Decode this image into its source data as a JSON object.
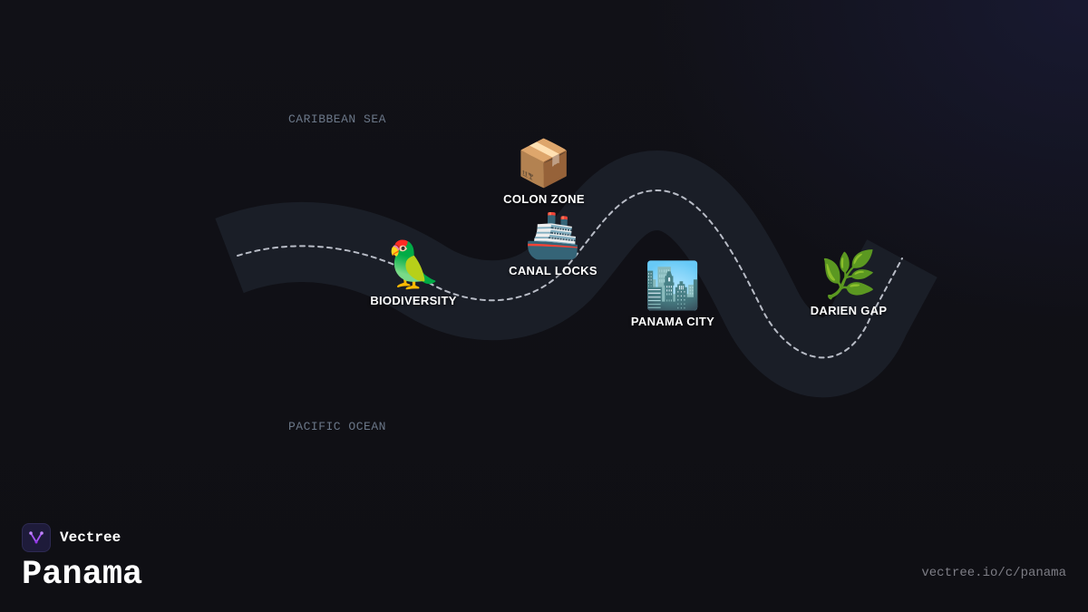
{
  "map": {
    "sea_labels": {
      "north": "CARIBBEAN SEA",
      "south": "PACIFIC OCEAN"
    },
    "stops": [
      {
        "icon": "package-icon",
        "glyph": "📦",
        "label": "COLON ZONE"
      },
      {
        "icon": "parrot-icon",
        "glyph": "🦜",
        "label": "BIODIVERSITY"
      },
      {
        "icon": "ship-icon",
        "glyph": "🚢",
        "label": "CANAL LOCKS"
      },
      {
        "icon": "city-icon",
        "glyph": "🏙️",
        "label": "PANAMA CITY"
      },
      {
        "icon": "herb-icon",
        "glyph": "🌿",
        "label": "DARIEN GAP"
      }
    ],
    "colors": {
      "route_band": "#1a1e27",
      "route_dash": "#b8bcc6"
    }
  },
  "brand": {
    "name": "Vectree",
    "logo_color": "#a855f7"
  },
  "page": {
    "title": "Panama",
    "url": "vectree.io/c/panama"
  }
}
